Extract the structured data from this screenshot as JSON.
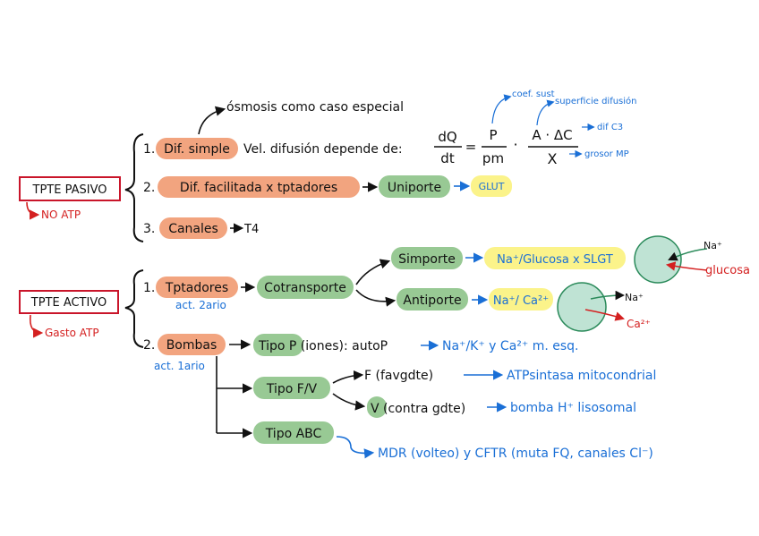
{
  "colors": {
    "ink": "#111111",
    "blue": "#1a6fd6",
    "red": "#d42020",
    "orange_pill": "#f2a47f",
    "green_pill": "#98c994",
    "yellow_pill": "#fbf38a",
    "box_border": "#c9152a",
    "teal_circle": "#bfe3d4"
  },
  "pasivo": {
    "box": "TPTE PASIVO",
    "sub": "NO ATP",
    "osmosis": "ósmosis como caso especial",
    "item1_num": "1.",
    "item1_pill": "Dif. simple",
    "item1_text": "Vel. difusión depende de:",
    "eq_dq": "dQ",
    "eq_dt": "dt",
    "eq_equals": "=",
    "eq_p": "P",
    "eq_pm": "pm",
    "eq_dot": "·",
    "eq_adc": "A · ΔC",
    "eq_x": "X",
    "note_coef": "coef. sust",
    "note_area": "superficie difusión",
    "note_difc": "dif C3",
    "note_grosor": "grosor MP",
    "item2_num": "2.",
    "item2_pill": "Dif. facilitada x tptadores",
    "item2_uniporte": "Uniporte",
    "item2_glut": "GLUT",
    "item3_num": "3.",
    "item3_pill": "Canales",
    "item3_t4": "T4"
  },
  "activo": {
    "box": "TPTE ACTIVO",
    "sub": "Gasto ATP",
    "item1_num": "1.",
    "item1_pill": "Tptadores",
    "item1_act": "act. 2ario",
    "cotransporte": "Cotransporte",
    "simporte": "Simporte",
    "simporte_ex": "Na⁺/Glucosa x SLGT",
    "antiporte": "Antiporte",
    "antiporte_ex": "Na⁺/ Ca²⁺",
    "circle1_na": "Na⁺",
    "circle1_glu": "glucosa",
    "circle2_na": "Na⁺",
    "circle2_ca": "Ca²⁺",
    "item2_num": "2.",
    "item2_pill": "Bombas",
    "item2_act": "act. 1ario",
    "tipo_p": "Tipo P (iones): autoP",
    "tipo_p_ex": "Na⁺/K⁺ y Ca²⁺ m. esq.",
    "tipo_fv": "Tipo F/V",
    "f_label": "F (favgdte)",
    "f_ex": "ATPsintasa mitocondrial",
    "v_label": "V (contra gdte)",
    "v_ex": "bomba H⁺ lisosomal",
    "tipo_abc": "Tipo ABC",
    "abc_ex": "MDR (volteo) y CFTR (muta FQ, canales Cl⁻)"
  }
}
